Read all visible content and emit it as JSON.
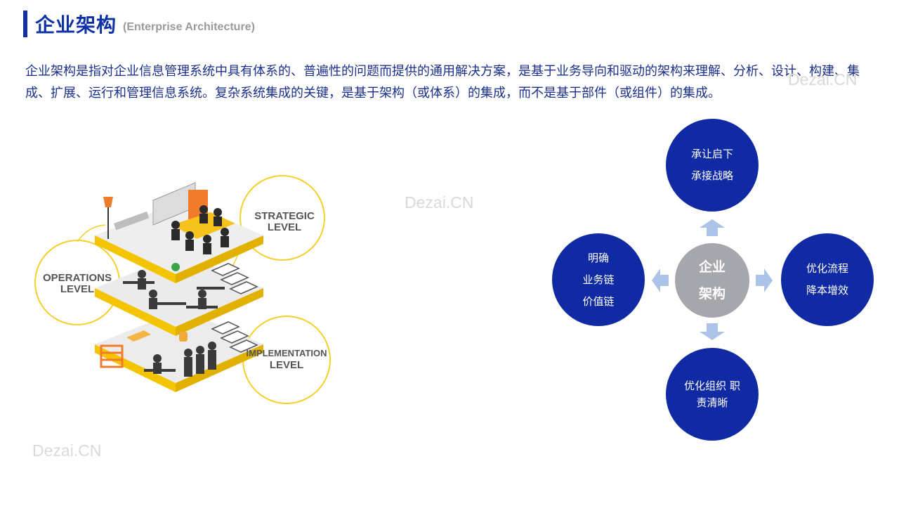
{
  "header": {
    "title_zh": "企业架构",
    "title_en": "(Enterprise Architecture)"
  },
  "intro": {
    "text": "企业架构是指对企业信息管理系统中具有体系的、普遍性的问题而提供的通用解决方案，是基于业务导向和驱动的架构来理解、分析、设计、构建、集成、扩展、运行和管理信息系统。复杂系统集成的关键，是基于架构（或体系）的集成，而不是基于部件（或组件）的集成。"
  },
  "watermarks": [
    "Dezai.CN",
    "Dezai.CN",
    "Dezai.CN"
  ],
  "illustration": {
    "strategic": [
      "STRATEGIC",
      "LEVEL"
    ],
    "operations": [
      "OPERATIONS",
      "LEVEL"
    ],
    "implementation": [
      "IMPLEMENTATION",
      "LEVEL"
    ]
  },
  "diagram": {
    "center": [
      "企业",
      "架构"
    ],
    "top": [
      "承让启下",
      "承接战略"
    ],
    "left": [
      "明确",
      "业务链",
      "价值链"
    ],
    "right": [
      "优化流程",
      "降本增效"
    ],
    "bottom": [
      "优化组织 职",
      "责清晰"
    ],
    "colors": {
      "circle": "#0f2aa3",
      "center": "#a6a6ad",
      "arrow": "#aac3e6"
    }
  }
}
